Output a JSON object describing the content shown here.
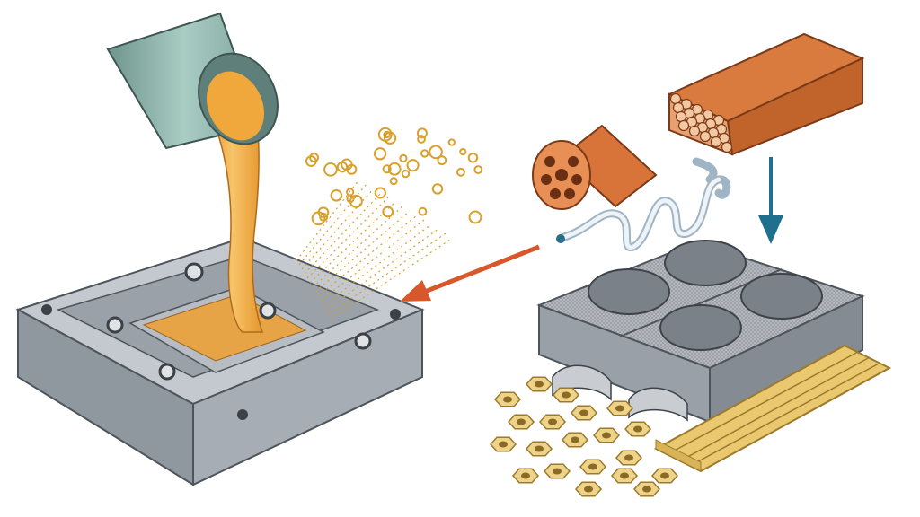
{
  "illustration": {
    "elements": [
      "pouring-cup",
      "molten-material-stream",
      "injection-mold",
      "pellet-spray",
      "process-arrow-left",
      "process-arrow-down",
      "perforated-cylinder",
      "tube-bundle",
      "coiled-tube",
      "cavity-mold-block",
      "nut-pieces",
      "extruded-rods"
    ],
    "colors": {
      "background": "#ffffff",
      "mold_gray": "#a9b0b8",
      "mold_dark": "#6f7780",
      "cup_green": "#8fb5ad",
      "molten_orange": "#f0a83c",
      "pellet_gold": "#d9a02a",
      "arrow_orange": "#d9582b",
      "arrow_blue": "#1f6f8f",
      "cylinder_orange": "#d8733a",
      "nut_yellow": "#eed48a",
      "rod_yellow": "#e9c870"
    }
  }
}
